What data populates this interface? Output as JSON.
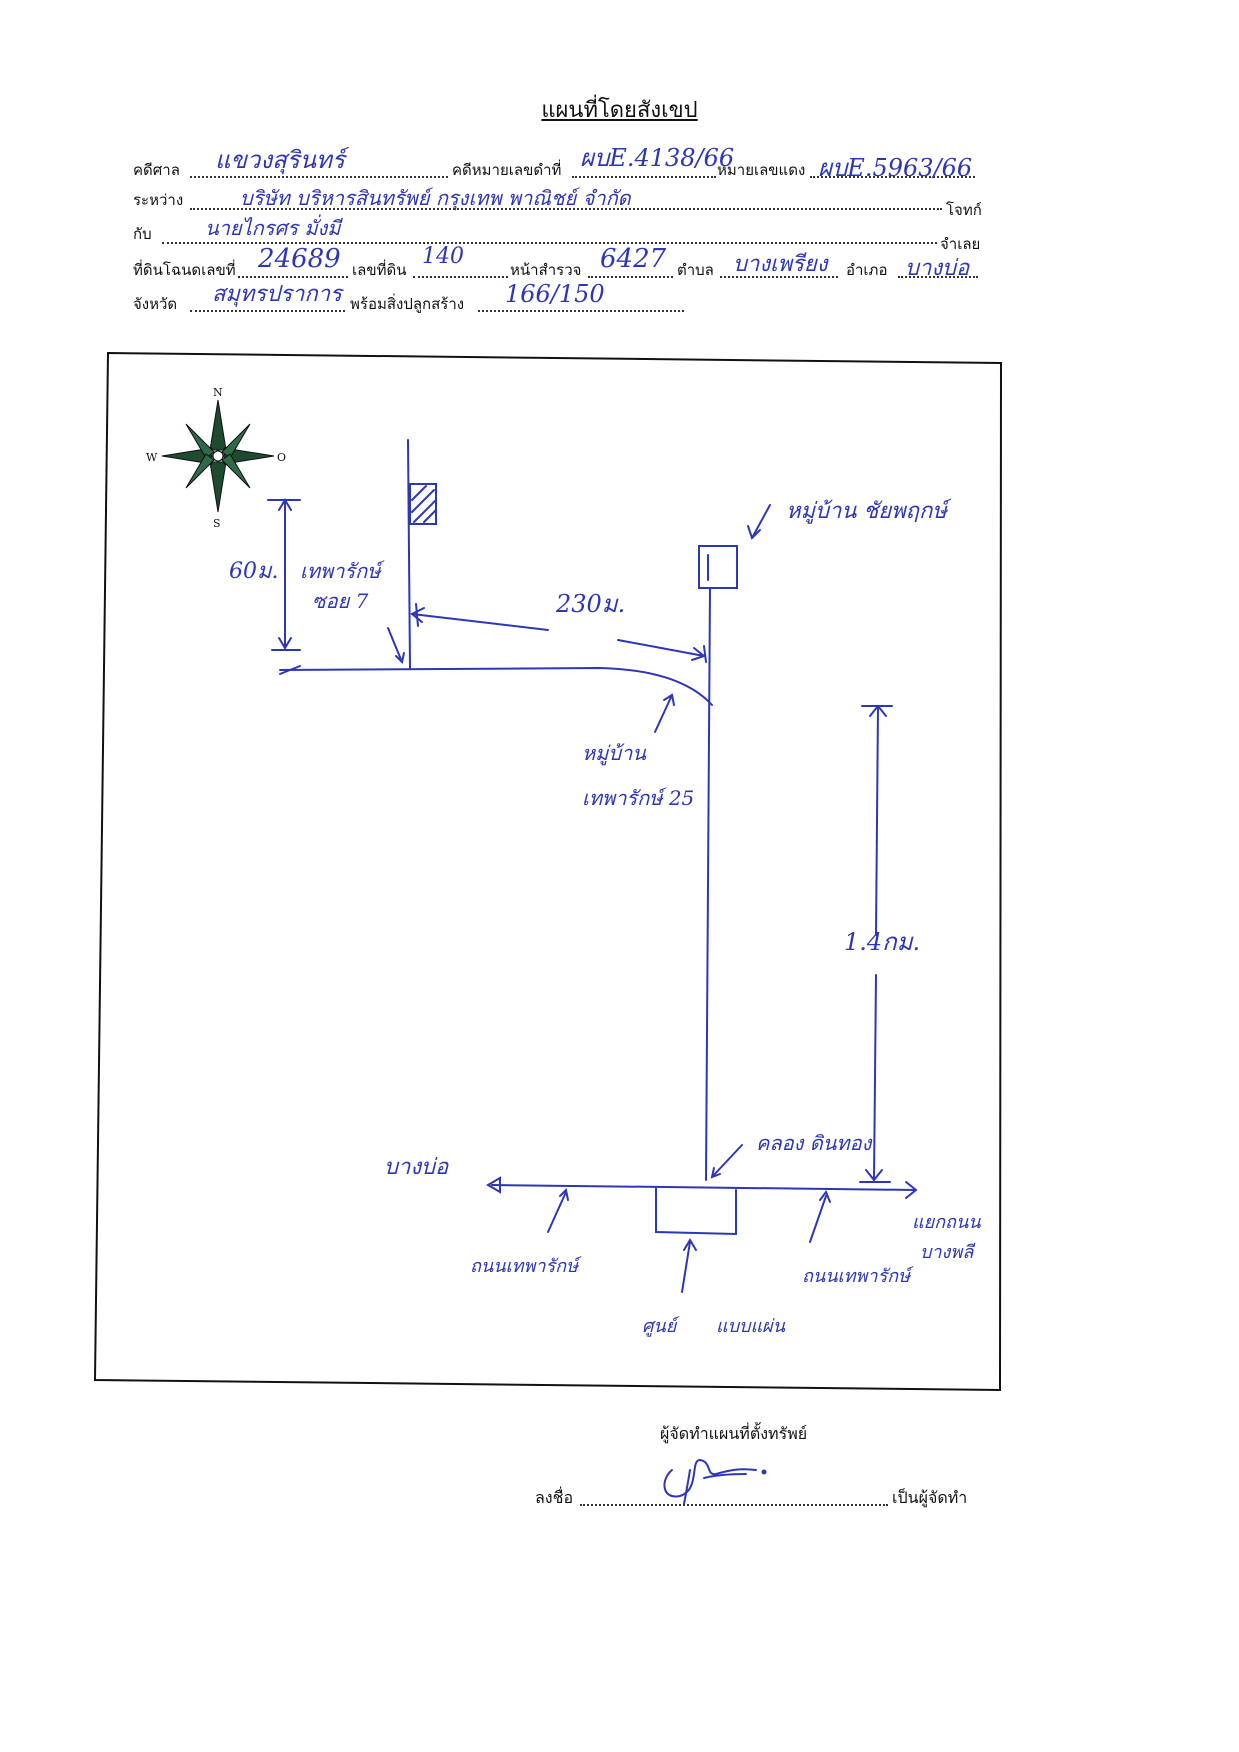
{
  "header": {
    "title": "แผนที่โดยสังเขป"
  },
  "form": {
    "court_label": "คดีศาล",
    "court_value": "แขวงสุรินทร์",
    "black_case_label": "คดีหมายเลขดำที่",
    "black_case_value": "ผบE.4138/66",
    "red_case_label": "หมายเลขแดง",
    "red_case_value": "ผบE.5963/66",
    "between_label": "ระหว่าง",
    "between_value": "บริษัท บริหารสินทรัพย์ กรุงเทพ พาณิชย์ จำกัด",
    "plaintiff_label": "โจทก์",
    "with_label": "กับ",
    "with_value": "นายไกรศร มั่งมี",
    "defendant_label": "จำเลย",
    "title_deed_label": "ที่ดินโฉนดเลขที่",
    "title_deed_value": "24689",
    "land_no_label": "เลขที่ดิน",
    "land_no_value": "140",
    "survey_page_label": "หน้าสำรวจ",
    "survey_page_value": "6427",
    "subdistrict_label": "ตำบล",
    "subdistrict_value": "บางเพรียง",
    "district_label": "อำเภอ",
    "district_value": "บางบ่อ",
    "province_label": "จังหวัด",
    "province_value": "สมุทรปราการ",
    "building_label": "พร้อมสิ่งปลูกสร้าง",
    "building_value": "166/150"
  },
  "map": {
    "compass": {
      "n": "N",
      "s": "S",
      "w": "W",
      "e": "O"
    },
    "dist_60m": "60ม.",
    "soi_label_1": "เทพารักษ์",
    "soi_label_2": "ซอย 7",
    "dist_230m": "230ม.",
    "village_top": "หมู่บ้าน ชัยพฤกษ์",
    "village_mid_1": "หมู่บ้าน",
    "village_mid_2": "เทพารักษ์ 25",
    "dist_1_4km": "1.4กม.",
    "bang_bo": "บางบ่อ",
    "khlong_dong": "คลอง ดินทอง",
    "junction_1": "แยกถนน",
    "junction_2": "บางพลี",
    "road_left": "ถนนเทพารักษ์",
    "road_right": "ถนนเทพารักษ์",
    "shop_1": "ศูนย์",
    "shop_2": "แบบแผ่น"
  },
  "footer": {
    "preparer_title": "ผู้จัดทำแผนที่ตั้งทรัพย์",
    "sign_label": "ลงชื่อ",
    "sign_suffix": "เป็นผู้จัดทำ"
  }
}
